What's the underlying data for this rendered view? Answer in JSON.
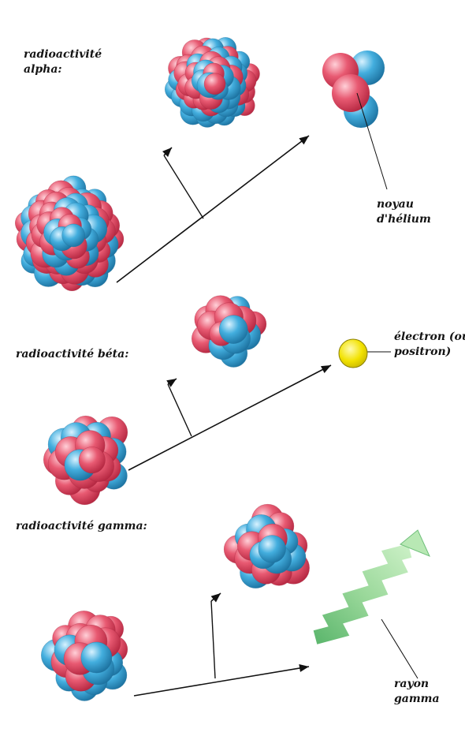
{
  "sections": [
    {
      "id": "alpha",
      "heading_lines": [
        "radioactivité",
        "alpha:"
      ],
      "product_lines": [
        "noyau",
        "d'hélium"
      ]
    },
    {
      "id": "beta",
      "heading_lines": [
        "radioactivité béta:"
      ],
      "product_lines": [
        "électron (ou",
        "positron)"
      ]
    },
    {
      "id": "gamma",
      "heading_lines": [
        "radioactivité gamma:"
      ],
      "product_lines": [
        "rayon",
        "gamma"
      ]
    }
  ],
  "colors": {
    "proton": "#e04a64",
    "neutron": "#3aa6d6",
    "electron": "#f2e200",
    "gamma_ray": "#8fd08f",
    "arrow": "#111111"
  }
}
